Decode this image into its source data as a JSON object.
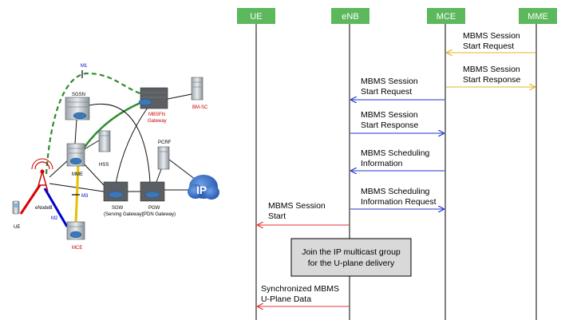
{
  "network": {
    "nodes": {
      "sgsn": "SGSN",
      "mbsfn": "MBSFN",
      "gateway": "Gateway",
      "bmsc": "BM-SC",
      "pcrf": "PCRF",
      "mme": "MME",
      "hss": "HSS",
      "sgw": "SGW",
      "sgw_sub": "(Serving Gateway)",
      "pgw": "PGW",
      "pgw_sub": "(PDN Gateway)",
      "enodeb": "eNodeB",
      "ue": "UE",
      "mce": "MCE",
      "ip": "IP"
    },
    "interfaces": {
      "m1": "M1",
      "m2": "M2",
      "m3": "M3"
    }
  },
  "sequence": {
    "participants": [
      "UE",
      "eNB",
      "MCE",
      "MME"
    ],
    "messages": [
      {
        "lines": [
          "MBMS Session",
          "Start Request"
        ]
      },
      {
        "lines": [
          "MBMS Session",
          "Start Response"
        ]
      },
      {
        "lines": [
          "MBMS Session",
          "Start Request"
        ]
      },
      {
        "lines": [
          "MBMS Session",
          "Start Response"
        ]
      },
      {
        "lines": [
          "MBMS Scheduling",
          "Information"
        ]
      },
      {
        "lines": [
          "MBMS Scheduling",
          "Information Request"
        ]
      },
      {
        "lines": [
          "MBMS Session",
          "Start"
        ]
      },
      {
        "lines": [
          "Synchronized MBMS",
          "U-Plane Data"
        ]
      }
    ],
    "note": {
      "lines": [
        "Join the IP multicast group",
        "for the U-plane delivery"
      ]
    }
  },
  "colors": {
    "header_fill": "#5cb85c",
    "header_text": "#ffffff",
    "mme_mce_arrow": "#e6b422",
    "mce_enb_arrow": "#2233cc",
    "enb_ue_arrow": "#e83030",
    "note_fill": "#d9d9d9",
    "m1_line": "#2e8b2e",
    "m2_line": "#0000cc",
    "m3_line": "#e6c000",
    "ue_link": "#e00000"
  }
}
